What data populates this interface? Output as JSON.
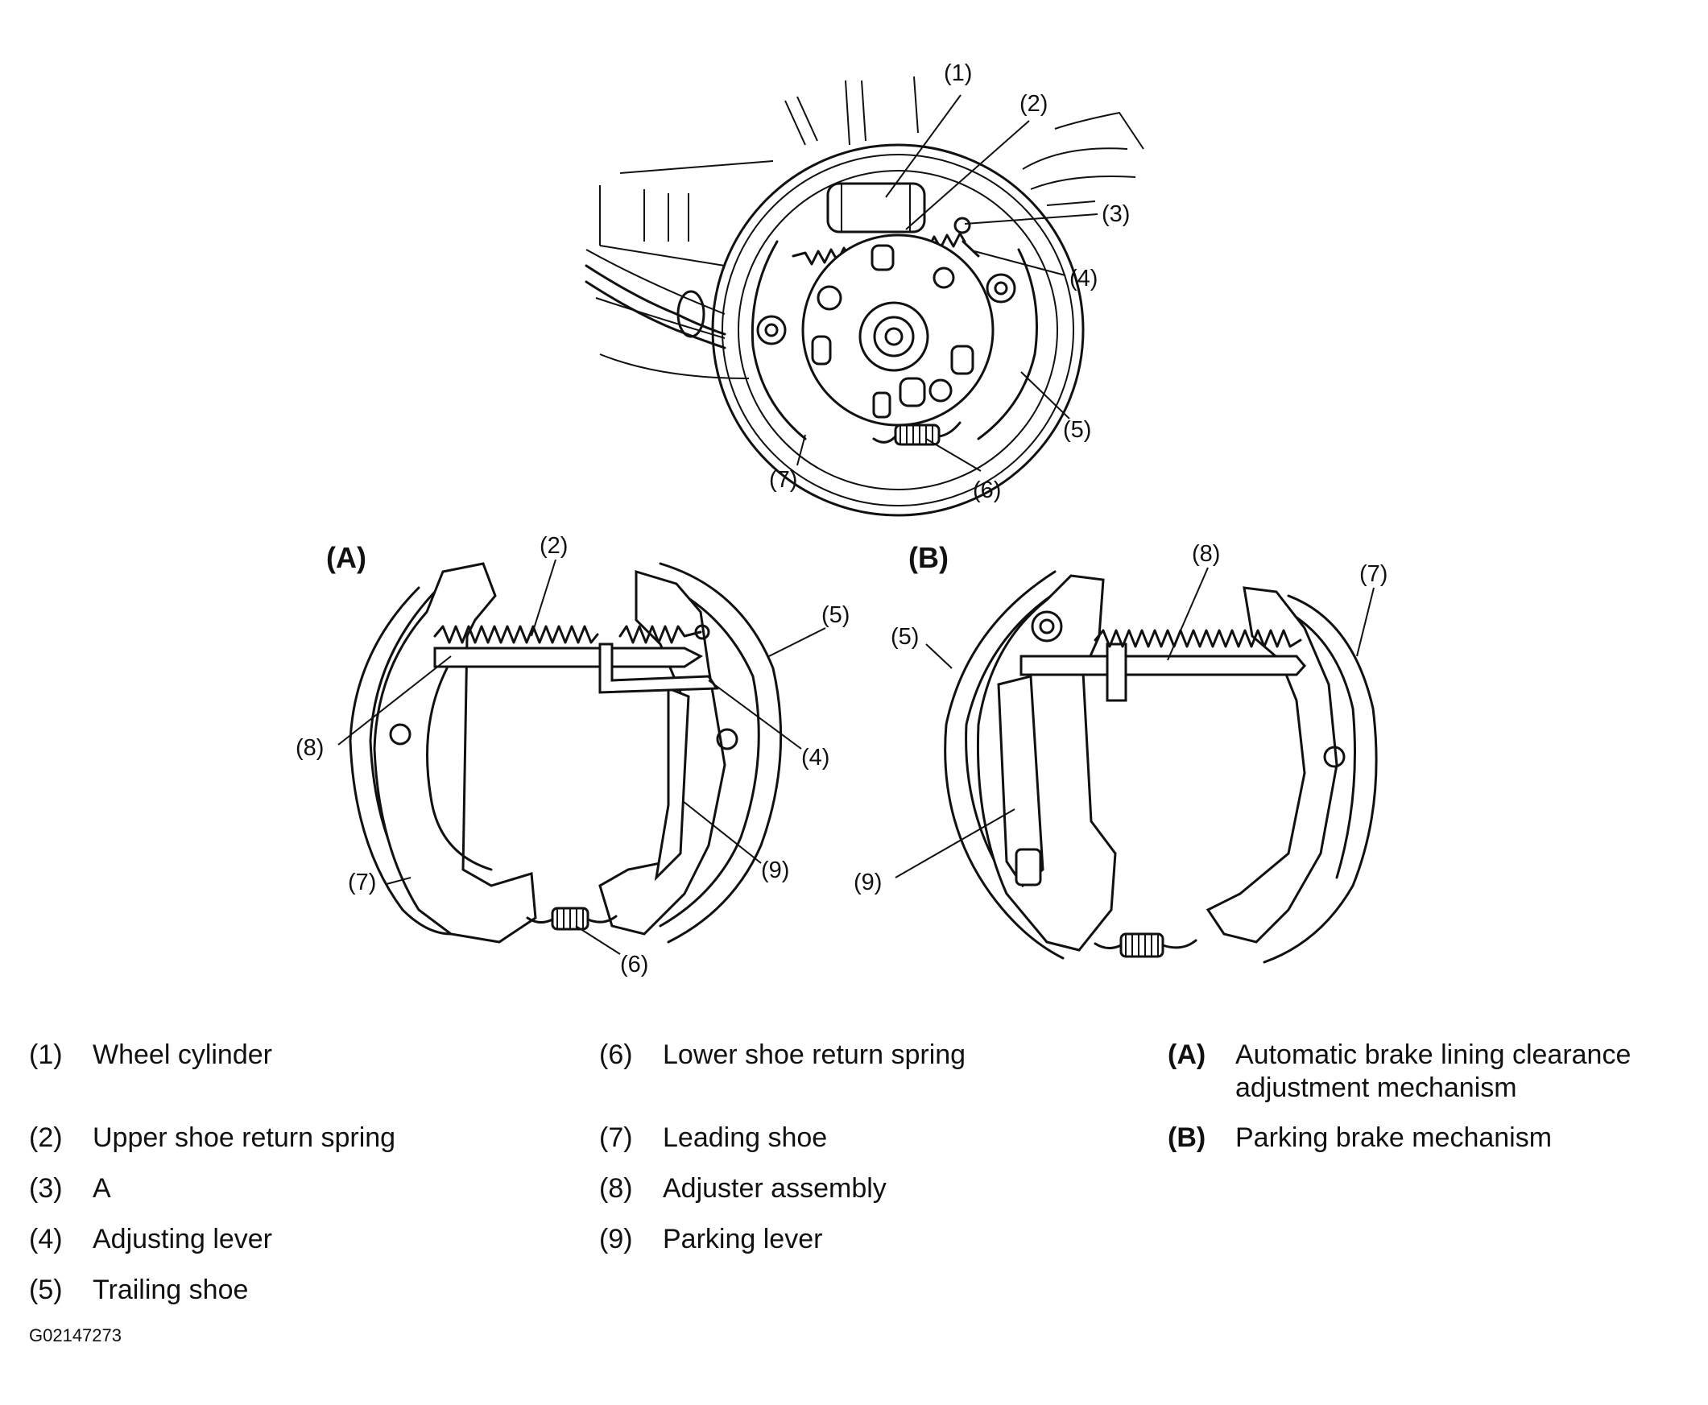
{
  "diagram": {
    "sections": {
      "a": "(A)",
      "b": "(B)"
    },
    "callouts": {
      "n1": "(1)",
      "n2": "(2)",
      "n3": "(3)",
      "n4": "(4)",
      "n5": "(5)",
      "n6": "(6)",
      "n7": "(7)",
      "n8": "(8)",
      "n9": "(9)"
    }
  },
  "legend": {
    "items": [
      {
        "num": "(1)",
        "text": "Wheel cylinder"
      },
      {
        "num": "(2)",
        "text": "Upper shoe return spring"
      },
      {
        "num": "(3)",
        "text": "A"
      },
      {
        "num": "(4)",
        "text": "Adjusting lever"
      },
      {
        "num": "(5)",
        "text": "Trailing shoe"
      },
      {
        "num": "(6)",
        "text": "Lower shoe return spring"
      },
      {
        "num": "(7)",
        "text": "Leading shoe"
      },
      {
        "num": "(8)",
        "text": "Adjuster assembly"
      },
      {
        "num": "(9)",
        "text": "Parking lever"
      }
    ],
    "sections": [
      {
        "num": "(A)",
        "line1": "Automatic brake lining clearance",
        "line2": "adjustment mechanism"
      },
      {
        "num": "(B)",
        "line1": "Parking brake mechanism"
      }
    ]
  },
  "figure_code": "G02147273"
}
